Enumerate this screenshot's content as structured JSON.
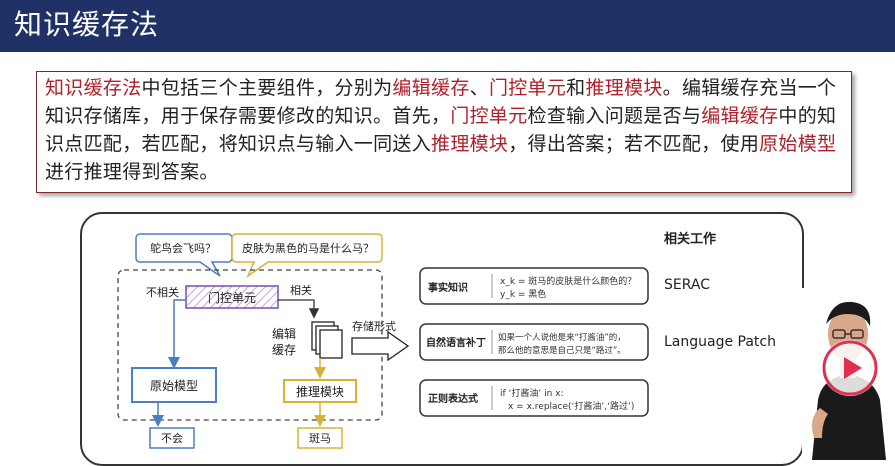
{
  "slide": {
    "title": "知识缓存法"
  },
  "callout": {
    "segments": [
      {
        "text": "知识缓存法",
        "hl": true
      },
      {
        "text": "中包括三个主要组件，分别为",
        "hl": false
      },
      {
        "text": "编辑缓存",
        "hl": true
      },
      {
        "text": "、",
        "hl": false
      },
      {
        "text": "门控单元",
        "hl": true
      },
      {
        "text": "和",
        "hl": false
      },
      {
        "text": "推理模块",
        "hl": true
      },
      {
        "text": "。编辑缓存充当一个知识存储库，用于保存需要修改的知识。首先，",
        "hl": false
      },
      {
        "text": "门控单元",
        "hl": true
      },
      {
        "text": "检查输入问题是否与",
        "hl": false
      },
      {
        "text": "编辑缓存",
        "hl": true
      },
      {
        "text": "中的知识点匹配，若匹配，将知识点与输入一同送入",
        "hl": false
      },
      {
        "text": "推理模块",
        "hl": true
      },
      {
        "text": "，得出答案；若不匹配，使用",
        "hl": false
      },
      {
        "text": "原始模型",
        "hl": true
      },
      {
        "text": "进行推理得到答案。",
        "hl": false
      }
    ]
  },
  "diagram": {
    "q1": "鸵鸟会飞吗？",
    "q2": "皮肤为黑色的马是什么马？",
    "gate": "门控单元",
    "no_match": "不相关",
    "match": "相关",
    "edit_cache_line1": "编辑",
    "edit_cache_line2": "缓存",
    "original_model": "原始模型",
    "reasoning": "推理模块",
    "out_no": "不会",
    "out_zebra": "斑马",
    "storage_form": "存储形式",
    "related_work": "相关工作",
    "rows": [
      {
        "label": "事实知识",
        "line1": "x_k = 斑马的皮肤是什么颜色的？",
        "line2": "y_k = 黑色",
        "method": "SERAC"
      },
      {
        "label": "自然语言补丁",
        "line1": "如果一个人说他是来“打酱油”的，",
        "line2": "那么他的意思是自己只是“路过”。",
        "method": "Language Patch"
      },
      {
        "label": "正则表达式",
        "line1": "if ‘打酱油’ in x:",
        "line2": "x = x.replace(‘打酱油’,‘路过’)",
        "method": ""
      }
    ]
  },
  "colors": {
    "title_bg": "#1f3166",
    "highlight": "#b0202a",
    "gate_purple": "#7a4bb0",
    "model_blue": "#4a7fc4",
    "yellow": "#d8b234"
  },
  "icons": {
    "play": "play-icon"
  }
}
